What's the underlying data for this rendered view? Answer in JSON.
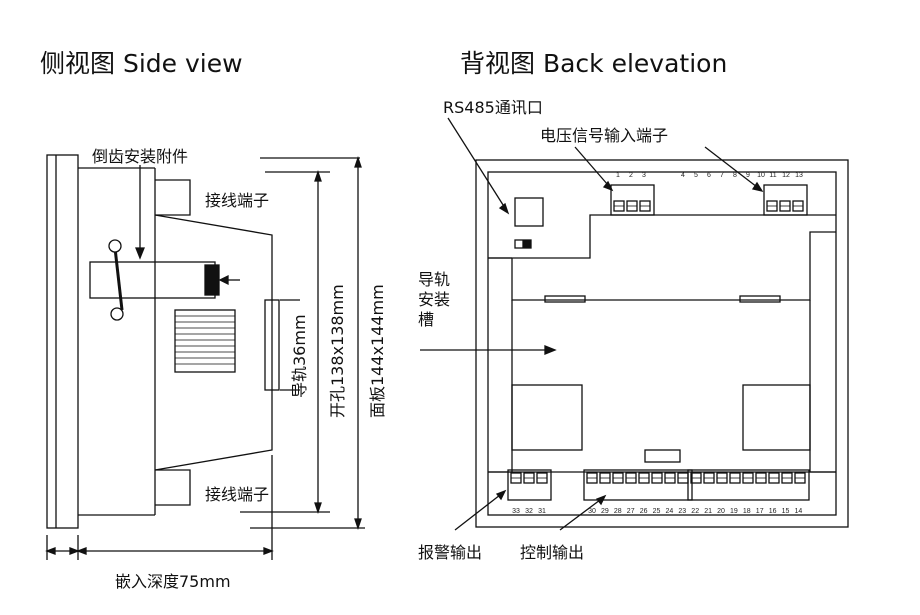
{
  "side_view": {
    "title": "侧视图 Side view",
    "label_clip": "倒齿安装附件",
    "label_terminal_top": "接线端子",
    "label_terminal_bottom": "接线端子",
    "dim_rail": "导轨36mm",
    "dim_cutout": "开孔138x138mm",
    "dim_panel": "面板144x144mm",
    "dim_depth": "嵌入深度75mm"
  },
  "back_view": {
    "title": "背视图  Back elevation",
    "label_rs485": "RS485通讯口",
    "label_voltage_input": "电压信号输入端子",
    "label_rail_slot": "导轨\n安装\n槽",
    "label_rail_slot_lines": [
      "导轨",
      "安装",
      "槽"
    ],
    "label_alarm_output": "报警输出",
    "label_control_output": "控制输出",
    "top_terminal_numbers": [
      "1",
      "2",
      "3",
      "4",
      "5",
      "6",
      "7",
      "8",
      "9",
      "10",
      "11",
      "12",
      "13"
    ],
    "alarm_terminal_numbers": [
      "33",
      "32",
      "31"
    ],
    "control_terminal_numbers": [
      "30",
      "29",
      "28",
      "27",
      "26",
      "25",
      "24",
      "23",
      "22",
      "21",
      "20",
      "19",
      "18",
      "17",
      "16",
      "15",
      "14"
    ]
  }
}
